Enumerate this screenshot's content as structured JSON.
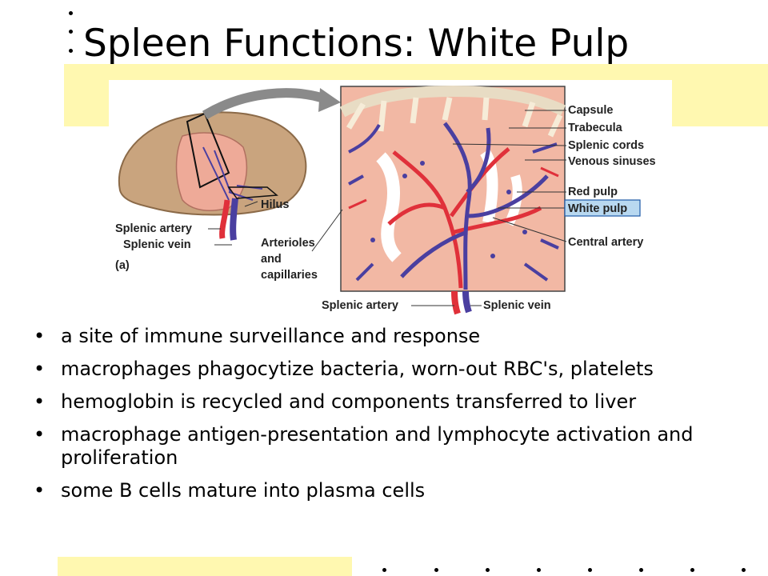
{
  "slide": {
    "title": "Spleen Functions: White Pulp",
    "bullets": [
      "a site of immune surveillance and response",
      "macrophages phagocytize bacteria, worn-out RBC's, platelets",
      "hemoglobin is recycled and components transferred to liver",
      "macrophage antigen-presentation and lymphocyte activation and proliferation",
      "some B cells mature into plasma cells"
    ]
  },
  "figure": {
    "labels": {
      "capsule": "Capsule",
      "trabecula": "Trabecula",
      "splenic_cords": "Splenic cords",
      "venous_sinuses": "Venous sinuses",
      "red_pulp": "Red pulp",
      "white_pulp": "White pulp",
      "central_artery": "Central artery",
      "hilus": "Hilus",
      "splenic_artery": "Splenic artery",
      "splenic_vein": "Splenic vein",
      "panel": "(a)",
      "arterioles_1": "Arterioles",
      "arterioles_2": "and",
      "arterioles_3": "capillaries",
      "splenic_artery_bottom": "Splenic artery",
      "splenic_vein_bottom": "Splenic vein"
    }
  },
  "colors": {
    "accent_bar": "#fff8b0",
    "artery": "#e0303a",
    "vein": "#4a3fa0",
    "white_pulp_box": "#b8d8f0",
    "spleen_tan": "#c9a47e"
  }
}
